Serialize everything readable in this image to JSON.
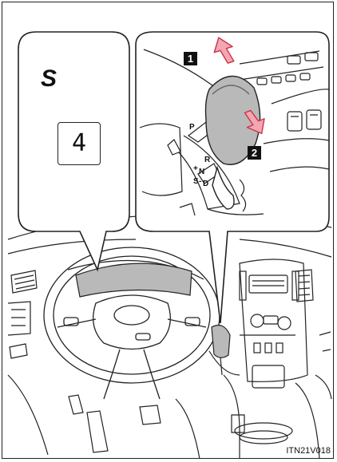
{
  "instrument_display": {
    "mode_letter": "S",
    "gear_number": "4"
  },
  "shift_steps": {
    "step1": "1",
    "step2": "2"
  },
  "shift_gate": {
    "p": "P",
    "r": "R",
    "plus": "+",
    "n": "N",
    "s": "S",
    "minus": "-",
    "d": "D"
  },
  "figure_code": "ITN21V018",
  "colors": {
    "arrow_fill": "#f2a7b3",
    "arrow_stroke": "#cc3344",
    "line": "#222222",
    "highlight": "#b9b9b9"
  }
}
